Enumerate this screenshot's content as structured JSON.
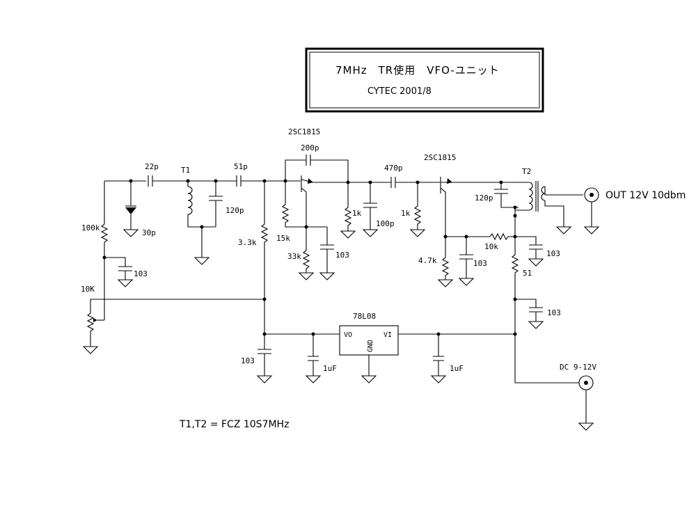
{
  "title_block": {
    "title": "7MHz　TR使用　VFO-ユニット",
    "subtitle": "CYTEC 2001/8"
  },
  "labels": {
    "c22p": "22p",
    "t1": "T1",
    "c51p": "51p",
    "tr1": "2SC1815",
    "c200p": "200p",
    "c470p": "470p",
    "tr2": "2SC1815",
    "t2": "T2",
    "out": "OUT 12V 10dbm",
    "r100k": "100k",
    "c30p": "30p",
    "c120p_a": "120p",
    "r3_3k": "3.3k",
    "r1k_a": "1k",
    "c100p": "100p",
    "r1k_b": "1k",
    "c120p_b": "120p",
    "r15k": "15k",
    "r33k": "33k",
    "c103_a": "103",
    "c103_b": "103",
    "r10k_pot": "10K",
    "r10k": "10k",
    "c103_c": "103",
    "r4_7k": "4.7k",
    "c103_d": "103",
    "r51": "51",
    "c103_e": "103",
    "reg": "78L08",
    "reg_vo": "VO",
    "reg_vi": "VI",
    "reg_gnd": "GND",
    "c103_f": "103",
    "c1uf_a": "1uF",
    "c1uf_b": "1uF",
    "dc": "DC 9-12V",
    "note": "T1,T2 = FCZ 10S7MHz"
  }
}
